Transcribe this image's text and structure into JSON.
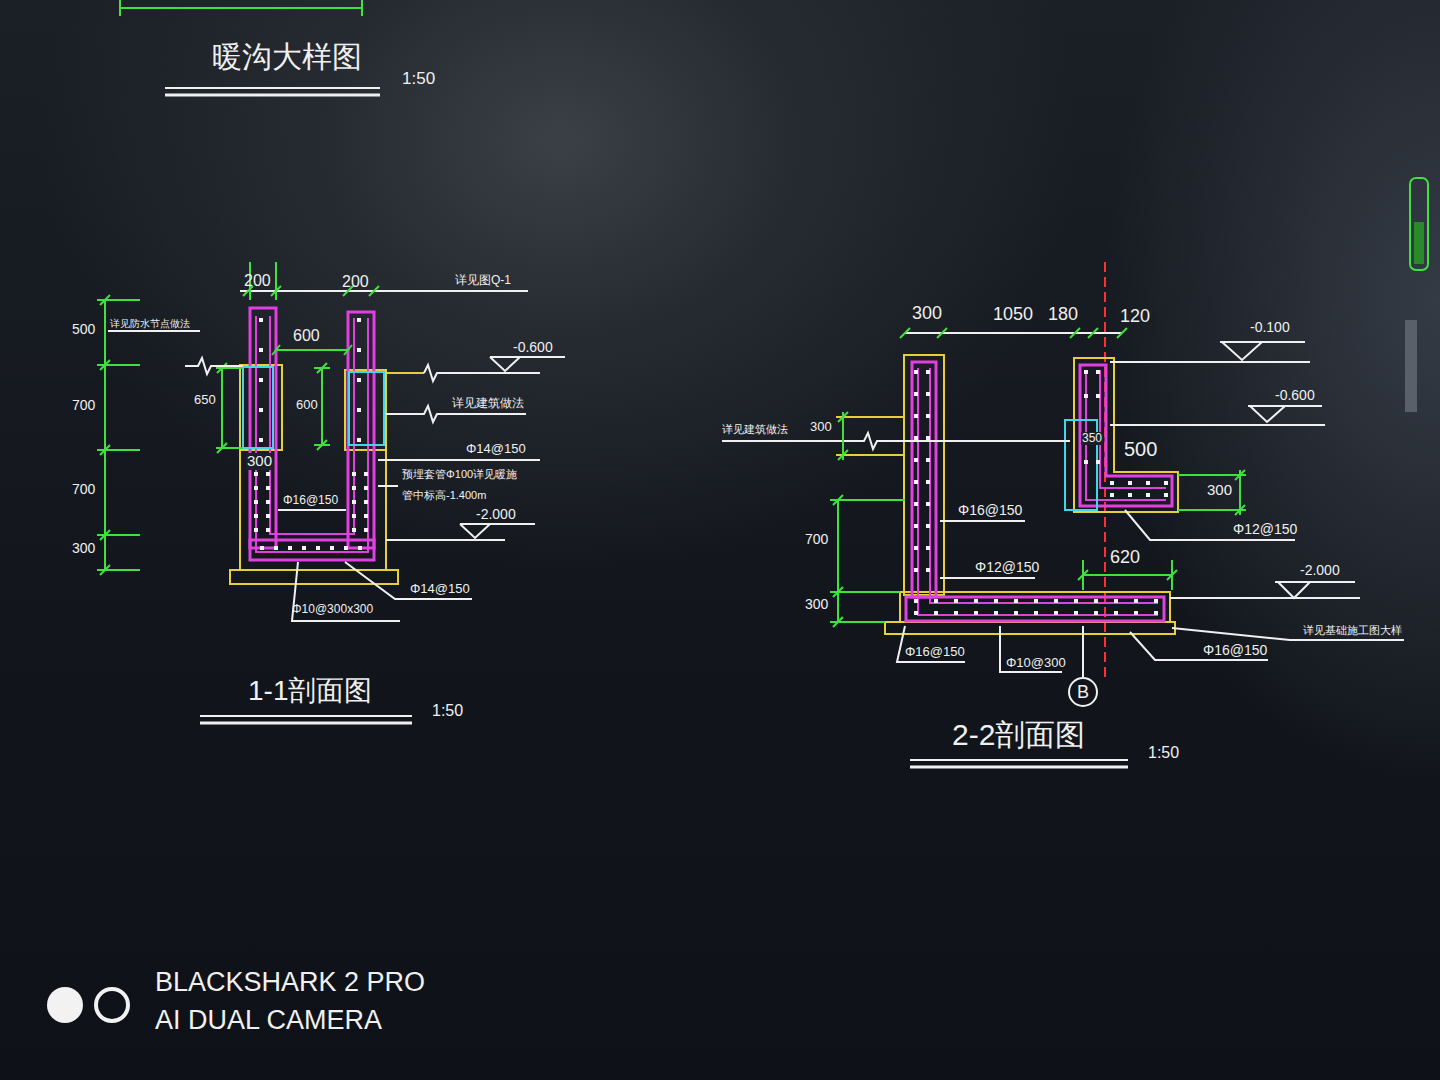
{
  "diagram": {
    "nodes": [
      {
        "text": [
          "B"
        ]
      }
    ],
    "labels": [
      "暖沟大样图",
      "1:50",
      "200",
      "200",
      "详见图Q-1",
      "600",
      "-0.600",
      "500",
      "700",
      "700",
      "300",
      "详见防水节点做法",
      "650",
      "600",
      "详见建筑做法",
      "300",
      "Φ14@150",
      "预埋套管Φ100详见暖施",
      "管中标高-1.400m",
      "-2.000",
      "Φ16@150",
      "Φ14@150",
      "Φ10@300x300",
      "1-1剖面图",
      "1:50",
      "300",
      "1050",
      "180",
      "120",
      "-0.100",
      "-0.600",
      "详见建筑做法",
      "300",
      "350",
      "500",
      "300",
      "Φ16@150",
      "Φ12@150",
      "620",
      "Φ12@150",
      "-2.000",
      "700",
      "300",
      "Φ16@150",
      "Φ10@300",
      "Φ16@150",
      "详见基础施工图大样",
      "2-2剖面图",
      "1:50",
      "BLACKSHARK 2 PRO",
      "AI DUAL CAMERA"
    ]
  }
}
